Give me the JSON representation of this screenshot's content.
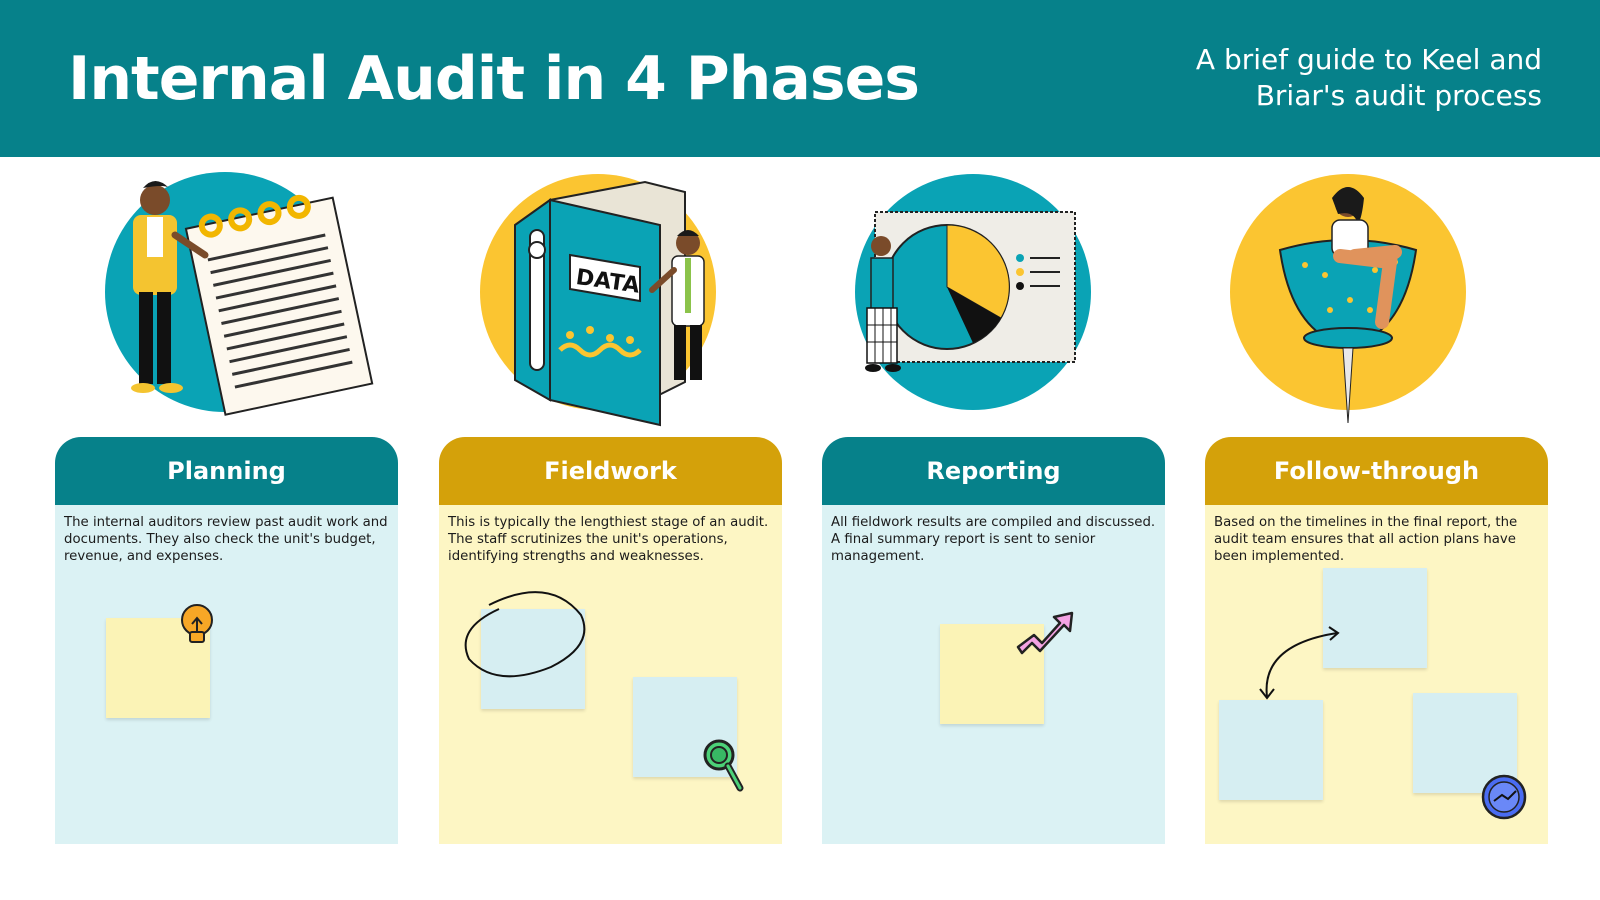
{
  "header": {
    "title": "Internal Audit in 4 Phases",
    "subtitle": "A brief guide to Keel and Briar's audit process"
  },
  "illustrations": {
    "fieldwork_binder_label": "DATA"
  },
  "phases": [
    {
      "title": "Planning",
      "text": "The internal auditors review past audit work and documents. They also check the unit's budget, revenue, and expenses.",
      "sticker": "lightbulb-icon"
    },
    {
      "title": "Fieldwork",
      "text": "This is typically the lengthiest stage of an audit. The staff scrutinizes the unit's operations, identifying strengths and weaknesses.",
      "sticker": "magnifying-glass-icon"
    },
    {
      "title": "Reporting",
      "text": "All fieldwork results are compiled and discussed. A final summary report is sent to senior management.",
      "sticker": "trend-arrow-icon"
    },
    {
      "title": "Follow-through",
      "text": "Based on the timelines in the final report, the audit team ensures that all action plans have been implemented.",
      "sticker": "clock-icon"
    }
  ],
  "colors": {
    "teal": "#06818a",
    "gold": "#d4a10a",
    "light_blue": "#dbf2f4",
    "light_yellow": "#fdf6c4",
    "circle_teal": "#0aa3b5",
    "circle_yellow": "#fbc531"
  }
}
